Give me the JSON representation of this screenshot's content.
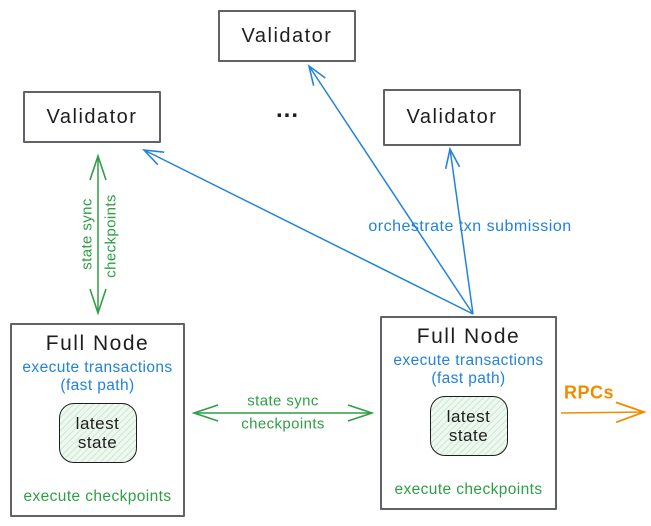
{
  "validators": {
    "top": {
      "label": "Validator"
    },
    "left": {
      "label": "Validator"
    },
    "right": {
      "label": "Validator"
    }
  },
  "ellipsis": "...",
  "edges": {
    "left_state_sync": {
      "line1": "state sync",
      "line2": "checkpoints"
    },
    "mid_state_sync": {
      "line1": "state sync",
      "line2": "checkpoints"
    },
    "orchestrate": {
      "label": "orchestrate txn submission"
    },
    "rpcs": {
      "label": "RPCs"
    }
  },
  "full_nodes": {
    "left": {
      "title": "Full Node",
      "fast_path_line1": "execute transactions",
      "fast_path_line2": "(fast path)",
      "state_line1": "latest",
      "state_line2": "state",
      "footer": "execute checkpoints"
    },
    "right": {
      "title": "Full Node",
      "fast_path_line1": "execute transactions",
      "fast_path_line2": "(fast path)",
      "state_line1": "latest",
      "state_line2": "state",
      "footer": "execute checkpoints"
    }
  },
  "colors": {
    "blue": "#2382d9",
    "green": "#2f9e44",
    "orange": "#f08c00",
    "box_border": "#5f6268",
    "text": "#1e1e1e",
    "state_fill": "#eef8f0",
    "state_hatch": "#cdead2"
  }
}
